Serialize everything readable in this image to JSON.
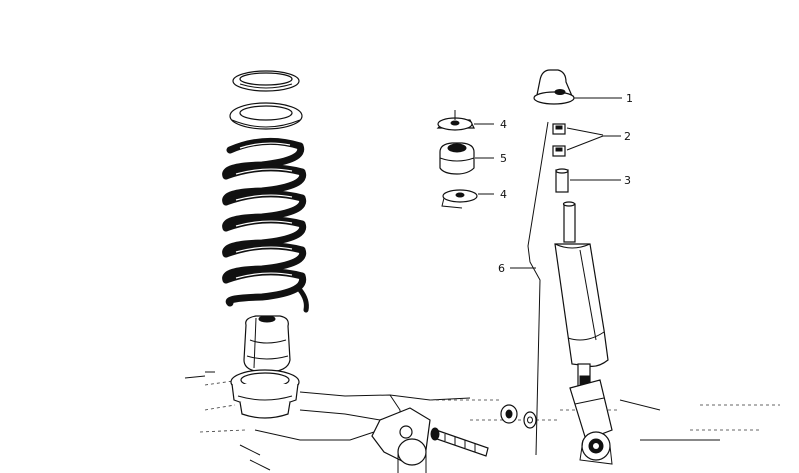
{
  "callouts": [
    {
      "id": "1",
      "label": "1",
      "part": "top-mount-cap"
    },
    {
      "id": "2",
      "label": "2",
      "part": "bushings"
    },
    {
      "id": "3",
      "label": "3",
      "part": "spacer-sleeve"
    },
    {
      "id": "4a",
      "label": "4",
      "part": "upper-washer"
    },
    {
      "id": "5",
      "label": "5",
      "part": "rubber-mount"
    },
    {
      "id": "4b",
      "label": "4",
      "part": "lower-washer"
    },
    {
      "id": "6",
      "label": "6",
      "part": "shock-absorber"
    }
  ]
}
